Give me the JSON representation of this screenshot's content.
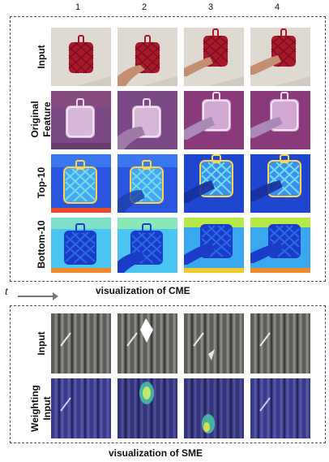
{
  "columns": [
    "1",
    "2",
    "3",
    "4"
  ],
  "cme": {
    "rows": [
      "Input",
      "Original Feature",
      "Top-10",
      "Bottom-10"
    ],
    "caption": "visualization of CME"
  },
  "time_label": "t",
  "sme": {
    "rows": [
      "Input",
      "Weighting Input"
    ],
    "caption": "visualization of SME"
  },
  "colors": {
    "border": "#3b4f7a",
    "potholder": "#a8182a",
    "table": "#d8d4cc",
    "feature_bg": "#8a3a7a",
    "heat_bg": "#2a55e0",
    "curtain": "#6a6a66",
    "weight_bg": "#3a3a8a"
  }
}
